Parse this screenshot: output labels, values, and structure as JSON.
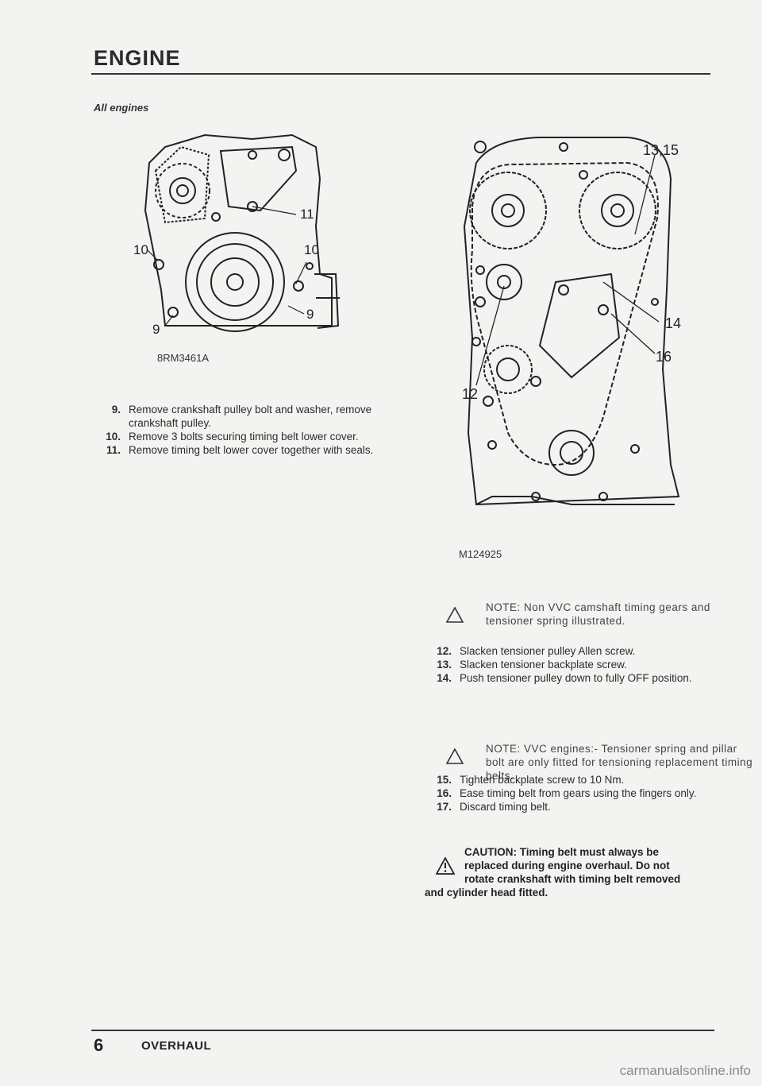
{
  "header": {
    "title": "ENGINE"
  },
  "section": {
    "title": "All engines"
  },
  "figure_left": {
    "caption": "8RM3461A",
    "callouts": [
      "11",
      "10",
      "10",
      "9",
      "9"
    ]
  },
  "figure_right": {
    "caption": "M124925",
    "callouts": [
      "13,15",
      "14",
      "16",
      "12"
    ]
  },
  "steps_left": [
    {
      "num": "9.",
      "text": "Remove crankshaft pulley bolt and washer, remove crankshaft pulley."
    },
    {
      "num": "10.",
      "text": "Remove 3 bolts securing timing belt lower cover."
    },
    {
      "num": "11.",
      "text": "Remove timing belt lower cover together with seals."
    }
  ],
  "note1": "NOTE: Non VVC camshaft timing gears and tensioner spring illustrated.",
  "steps_right_a": [
    {
      "num": "12.",
      "text": "Slacken tensioner pulley Allen screw."
    },
    {
      "num": "13.",
      "text": "Slacken tensioner backplate screw."
    },
    {
      "num": "14.",
      "text": "Push tensioner pulley down to fully OFF position."
    }
  ],
  "note2": "NOTE: VVC engines:- Tensioner spring and pillar bolt are only fitted for tensioning replacement timing belts.",
  "steps_right_b": [
    {
      "num": "15.",
      "text": "Tighten backplate screw to 10 Nm."
    },
    {
      "num": "16.",
      "text": "Ease timing belt from gears using the fingers only."
    },
    {
      "num": "17.",
      "text": "Discard timing belt."
    }
  ],
  "caution": {
    "line1": "CAUTION: Timing belt must always be",
    "line2": "replaced during engine overhaul. Do not",
    "line3": "rotate crankshaft with timing belt removed",
    "line4": "and cylinder head fitted."
  },
  "footer": {
    "page": "6",
    "section": "OVERHAUL"
  },
  "watermark": "carmanualsonline.info",
  "icons": {
    "warning": "warning-triangle-icon"
  }
}
